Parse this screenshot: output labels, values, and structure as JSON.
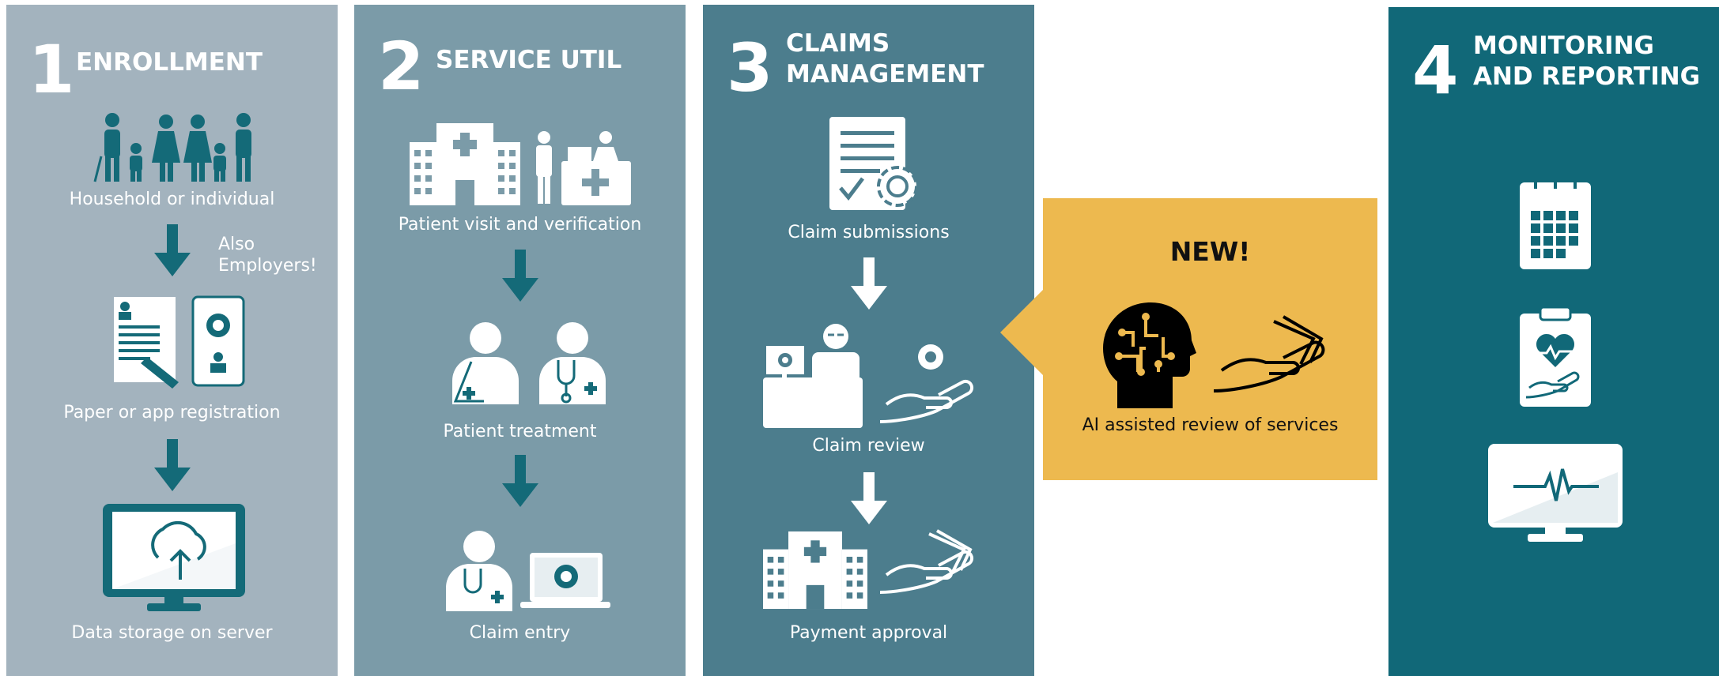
{
  "panels": [
    {
      "number": "1",
      "title": "ENROLLMENT",
      "labels": [
        "Household or individual",
        "Paper or app registration",
        "Data storage on server"
      ],
      "note": "Also\nEmployers!"
    },
    {
      "number": "2",
      "title": "SERVICE UTIL",
      "labels": [
        "Patient visit and verification",
        "Patient treatment",
        "Claim entry"
      ]
    },
    {
      "number": "3",
      "title": "CLAIMS\nMANAGEMENT",
      "labels": [
        "Claim submissions",
        "Claim review",
        "Payment approval"
      ]
    },
    {
      "number": "4",
      "title": "MONITORING\nAND REPORTING"
    }
  ],
  "callout": {
    "badge": "NEW!",
    "label": "AI assisted review of services"
  },
  "icons": [
    "family-icon",
    "arrow-down-icon",
    "registration-icon",
    "server-monitor-icon",
    "hospital-icon",
    "reception-desk-icon",
    "doctor-patient-icon",
    "doctor-laptop-icon",
    "claim-document-icon",
    "claim-review-icon",
    "payment-hand-icon",
    "ai-brain-icon",
    "calendar-icon",
    "clipboard-heart-icon",
    "monitor-pulse-icon"
  ],
  "colors": {
    "panel1": "#a3b3be",
    "panel2": "#7b9ba8",
    "panel3": "#4c7d8d",
    "panel4": "#116878",
    "callout": "#edb94f",
    "icon_dark": "#146a78"
  }
}
